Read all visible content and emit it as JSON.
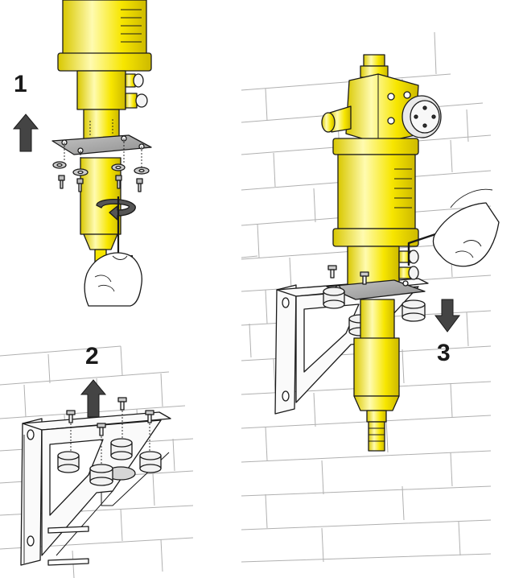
{
  "steps": [
    {
      "number": "1",
      "direction": "up"
    },
    {
      "number": "2",
      "direction": "up"
    },
    {
      "number": "3",
      "direction": "down"
    }
  ],
  "colors": {
    "pump_yellow": "#f7e600",
    "pump_highlight": "#fffbb0",
    "pump_shadow": "#d9c800",
    "plate_gray": "#a8a8a8",
    "arrow_gray": "#444444",
    "line": "#1a1a1a",
    "wall_line": "#b0b0b0"
  },
  "icons": {
    "step1": "up-arrow-icon",
    "step2": "up-arrow-icon",
    "step3": "down-arrow-icon",
    "rotation": "rotate-arrow-icon",
    "tool": "allen-key-icon"
  }
}
